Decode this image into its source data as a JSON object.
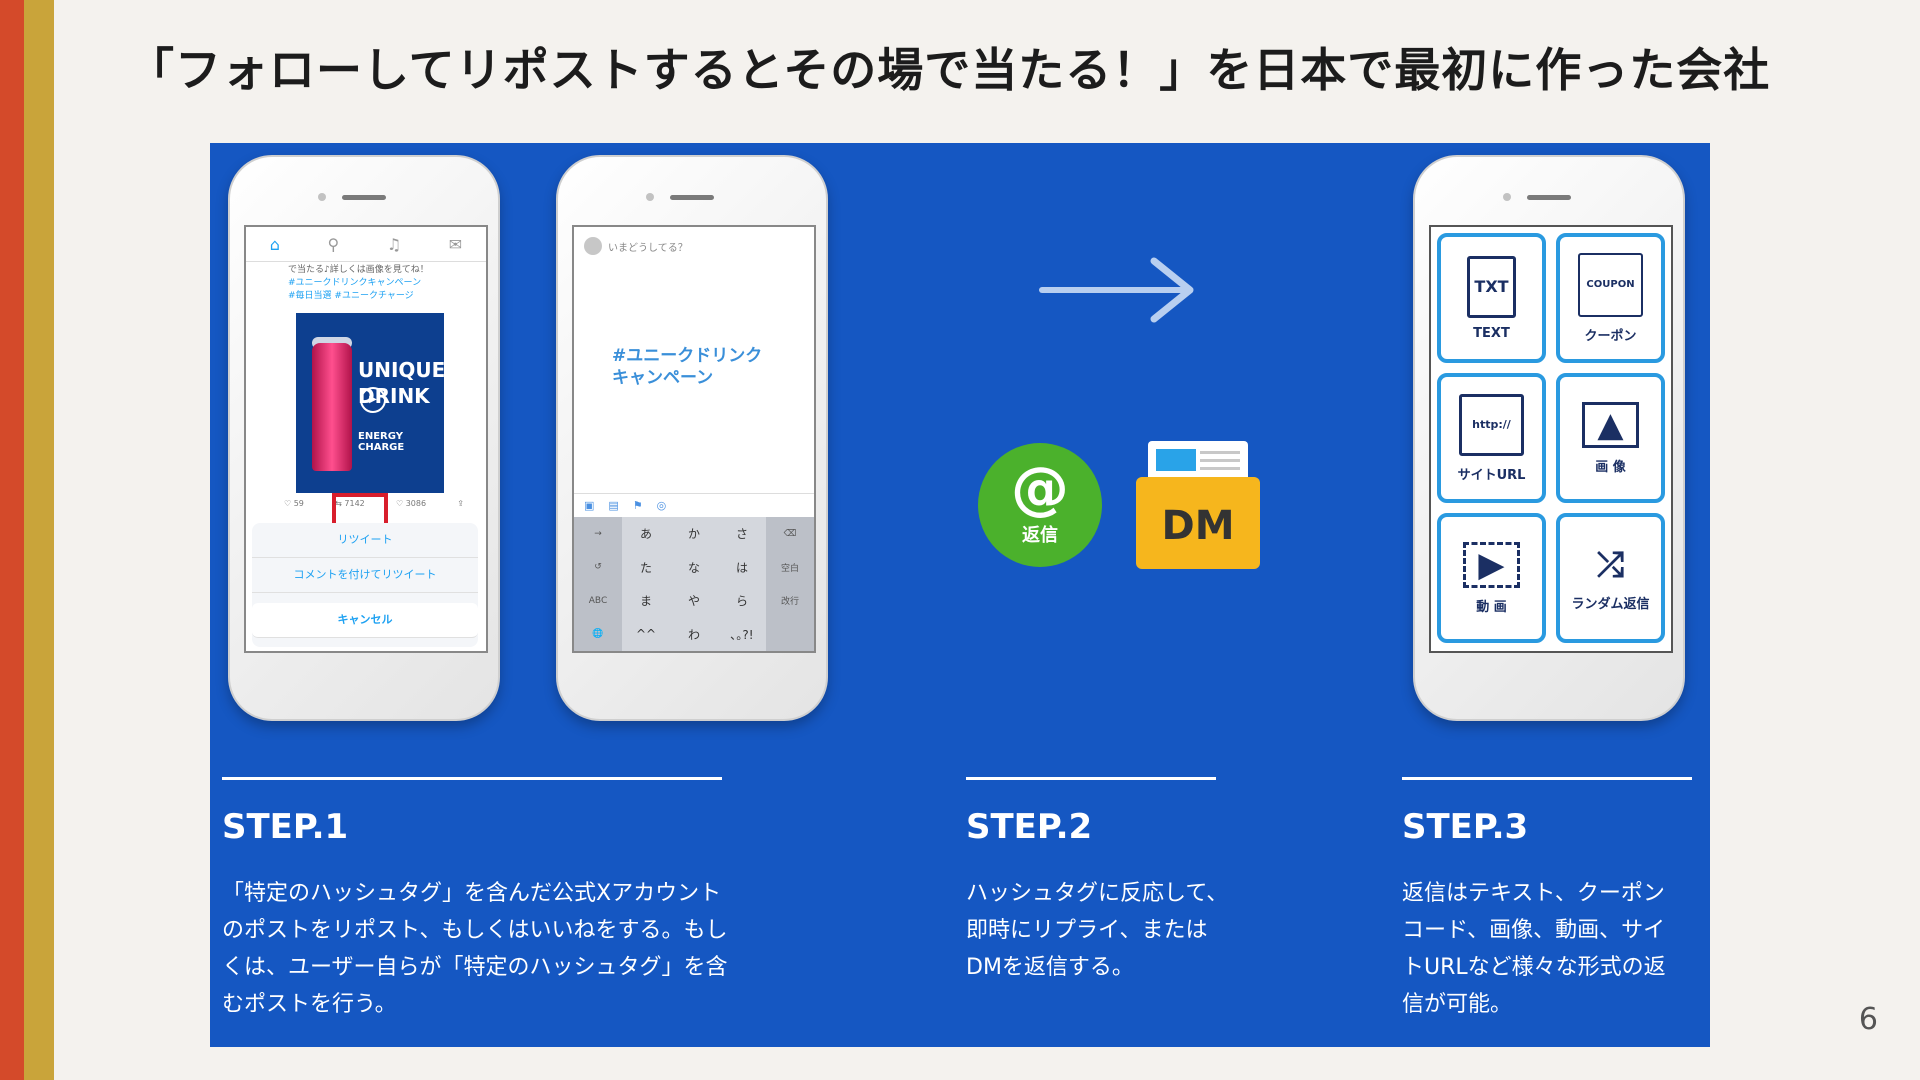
{
  "slide": {
    "title": "「フォローしてリポストするとその場で当たる！」を日本で最初に作った会社",
    "page_number": "6",
    "colors": {
      "panel": "#1557c2",
      "accent_red": "#d44a2a",
      "accent_gold": "#c9a43a"
    }
  },
  "phone1": {
    "tweet_lines": [
      "で当たる♪詳しくは画像を見てね！",
      "#ユニークドリンクキャンペーン",
      "#毎日当選 #ユニークチャージ"
    ],
    "promo_title": "UNIQUE DRINK",
    "promo_sub": "ENERGY CHARGE",
    "counts": {
      "reply": "59",
      "retweet": "7142",
      "like": "3086"
    },
    "sheet": {
      "retweet": "リツイート",
      "quote": "コメントを付けてリツイート",
      "cancel": "キャンセル"
    }
  },
  "phone2": {
    "prompt": "いまどうしてる？",
    "hashtag_line1": "#ユニークドリンク",
    "hashtag_line2": "キャンペーン",
    "keys": [
      "→",
      "あ",
      "か",
      "さ",
      "⌫",
      "↺",
      "た",
      "な",
      "は",
      "空白",
      "ABC",
      "ま",
      "や",
      "ら",
      "改行",
      "🌐",
      "^^",
      "わ",
      "､｡?!",
      ""
    ]
  },
  "step2_icons": {
    "reply_label": "返信",
    "dm_label": "DM"
  },
  "phone3": {
    "tiles": [
      {
        "label": "TEXT",
        "icon": "text-file-icon",
        "glyph": "TXT"
      },
      {
        "label": "クーポン",
        "icon": "coupon-icon",
        "glyph": "COUPON"
      },
      {
        "label": "サイトURL",
        "icon": "browser-url-icon",
        "glyph": "http://"
      },
      {
        "label": "画 像",
        "icon": "image-icon",
        "glyph": "▲"
      },
      {
        "label": "動 画",
        "icon": "video-icon",
        "glyph": "▶"
      },
      {
        "label": "ランダム返信",
        "icon": "shuffle-icon",
        "glyph": "⤮"
      }
    ]
  },
  "steps": [
    {
      "heading": "STEP.1",
      "text": "「特定のハッシュタグ」を含んだ公式Xアカウントのポストをリポスト、もしくはいいねをする。もしくは、ユーザー自らが「特定のハッシュタグ」を含むポストを行う。"
    },
    {
      "heading": "STEP.2",
      "text": "ハッシュタグに反応して、即時にリプライ、またはDMを返信する。"
    },
    {
      "heading": "STEP.3",
      "text": "返信はテキスト、クーポンコード、画像、動画、サイトURLなど様々な形式の返信が可能。"
    }
  ]
}
